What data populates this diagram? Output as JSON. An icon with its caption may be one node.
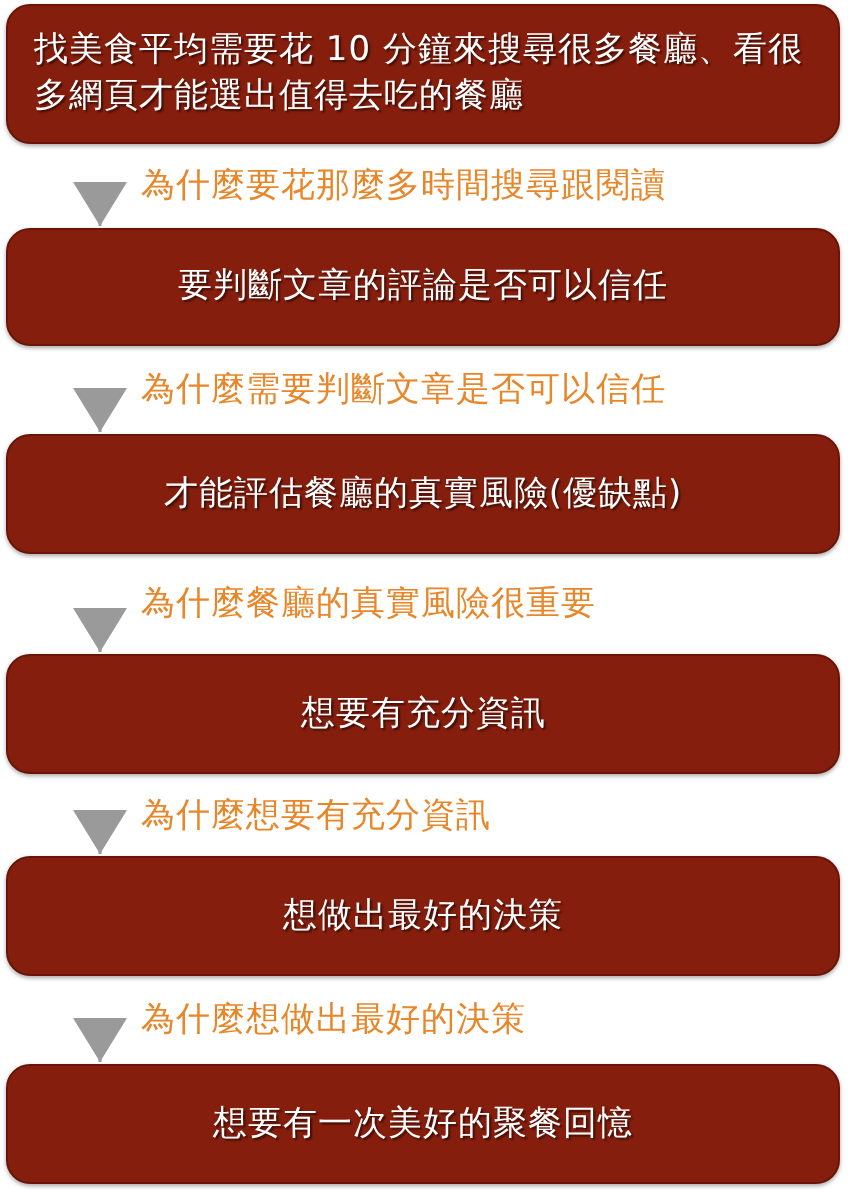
{
  "diagram": {
    "nodes": [
      {
        "text": [
          "找美食平均需要花 10 分鐘來搜尋很多餐廳、看很多網頁才能選出值得去吃的餐廳"
        ]
      },
      {
        "text": [
          "要判斷文章的評論是否可以信任"
        ]
      },
      {
        "text": [
          "才能評估餐廳的真實風險(優缺點)"
        ]
      },
      {
        "text": [
          "想要有充分資訊"
        ]
      },
      {
        "text": [
          "想做出最好的決策"
        ]
      },
      {
        "text": [
          "想要有一次美好的聚餐回憶"
        ]
      }
    ],
    "edges": [
      {
        "from": 0,
        "to": 1,
        "arrow": "to",
        "label": "為什麼要花那麼多時間搜尋跟閱讀"
      },
      {
        "from": 1,
        "to": 2,
        "arrow": "to",
        "label": "為什麼需要判斷文章是否可以信任"
      },
      {
        "from": 2,
        "to": 3,
        "arrow": "to",
        "label": "為什麼餐廳的真實風險很重要"
      },
      {
        "from": 3,
        "to": 4,
        "arrow": "to",
        "label": "為什麼想要有充分資訊"
      },
      {
        "from": 4,
        "to": 5,
        "arrow": "to",
        "label": "為什麼想做出最好的決策"
      }
    ]
  }
}
